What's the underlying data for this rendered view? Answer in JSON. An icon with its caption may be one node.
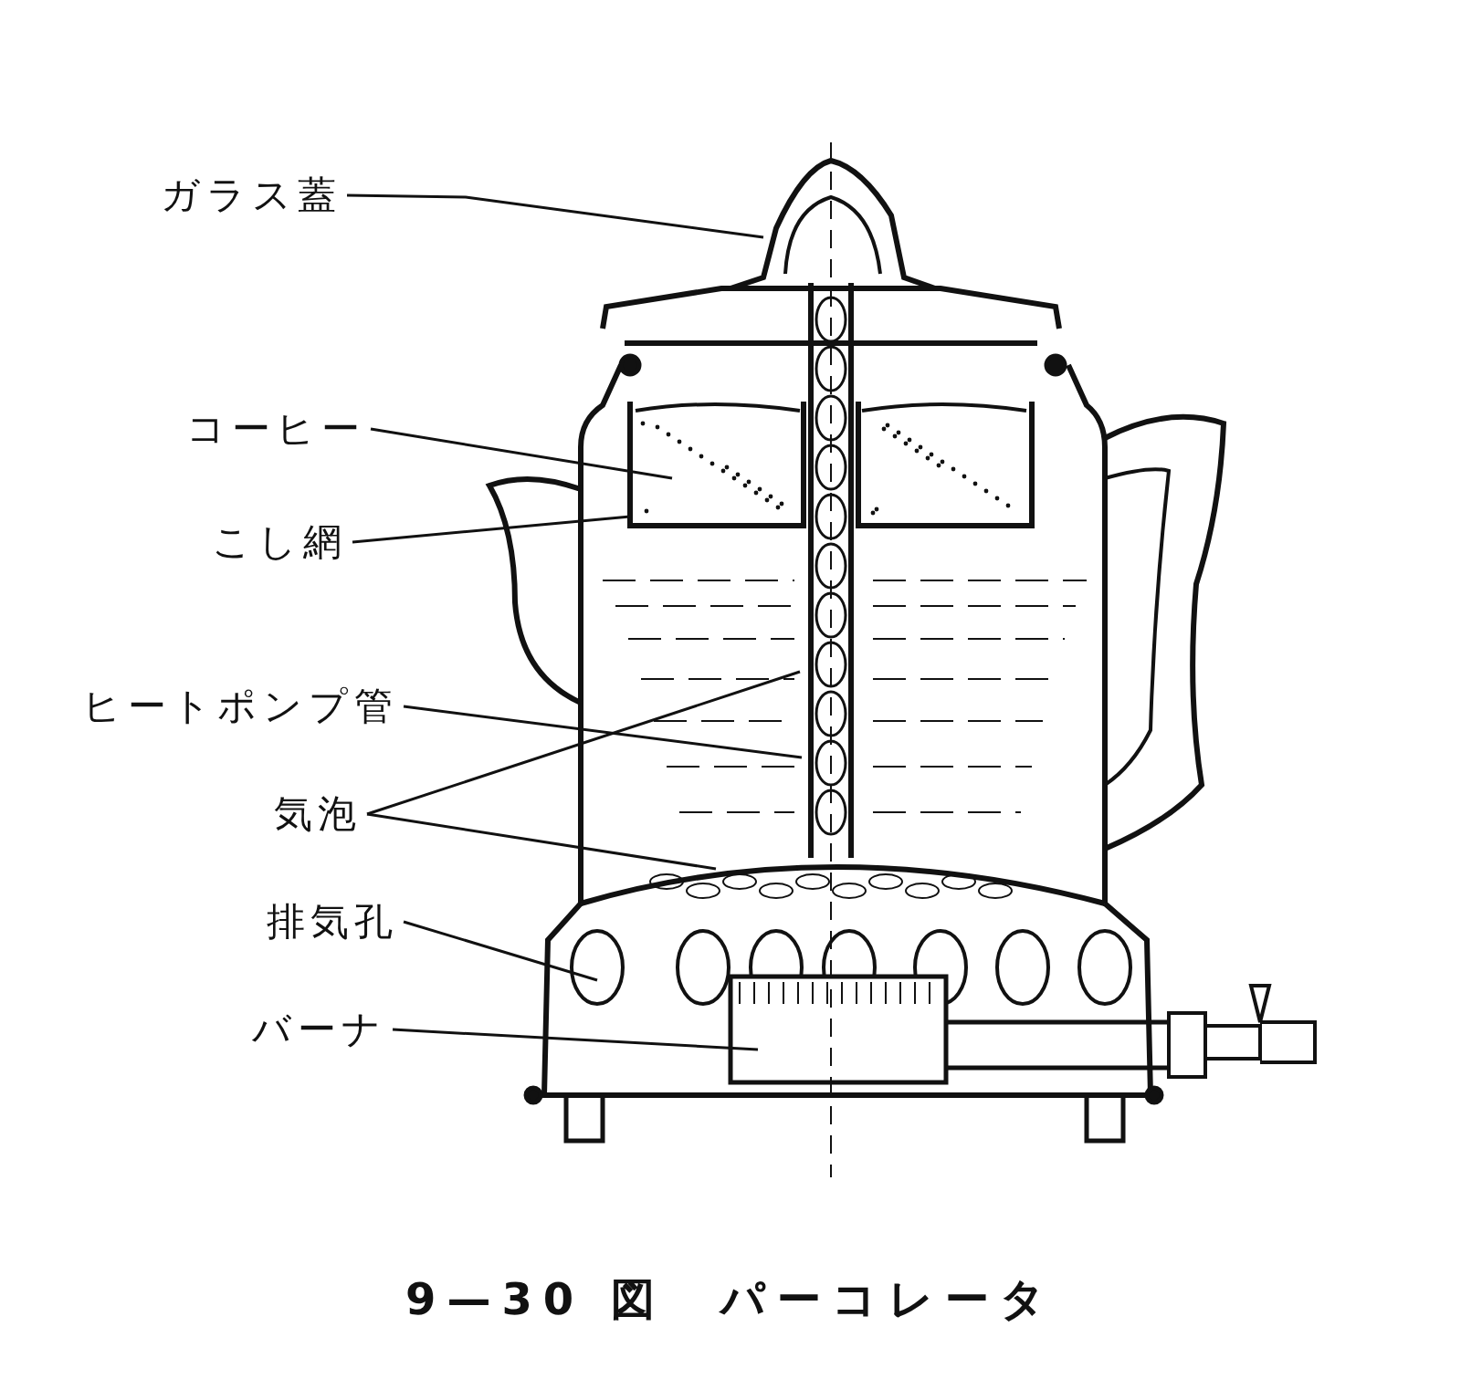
{
  "diagram": {
    "caption": "9—30 図　パーコレータ",
    "nodes": [
      {
        "text": [
          "ガラス蓋"
        ]
      },
      {
        "text": [
          "コーヒー"
        ]
      },
      {
        "text": [
          "こし網"
        ]
      },
      {
        "text": [
          "ヒートポンプ管"
        ]
      },
      {
        "text": [
          "気泡"
        ]
      },
      {
        "text": [
          "排気孔"
        ]
      },
      {
        "text": [
          "バーナ"
        ]
      }
    ],
    "edges": [
      {
        "from": 0,
        "to": null,
        "arrow": "none"
      },
      {
        "from": 1,
        "to": null,
        "arrow": "none"
      },
      {
        "from": 2,
        "to": null,
        "arrow": "none"
      },
      {
        "from": 3,
        "to": null,
        "arrow": "none"
      },
      {
        "from": 4,
        "to": null,
        "arrow": "none"
      },
      {
        "from": 4,
        "to": null,
        "arrow": "none"
      },
      {
        "from": 5,
        "to": null,
        "arrow": "none"
      },
      {
        "from": 6,
        "to": null,
        "arrow": "none"
      }
    ]
  }
}
